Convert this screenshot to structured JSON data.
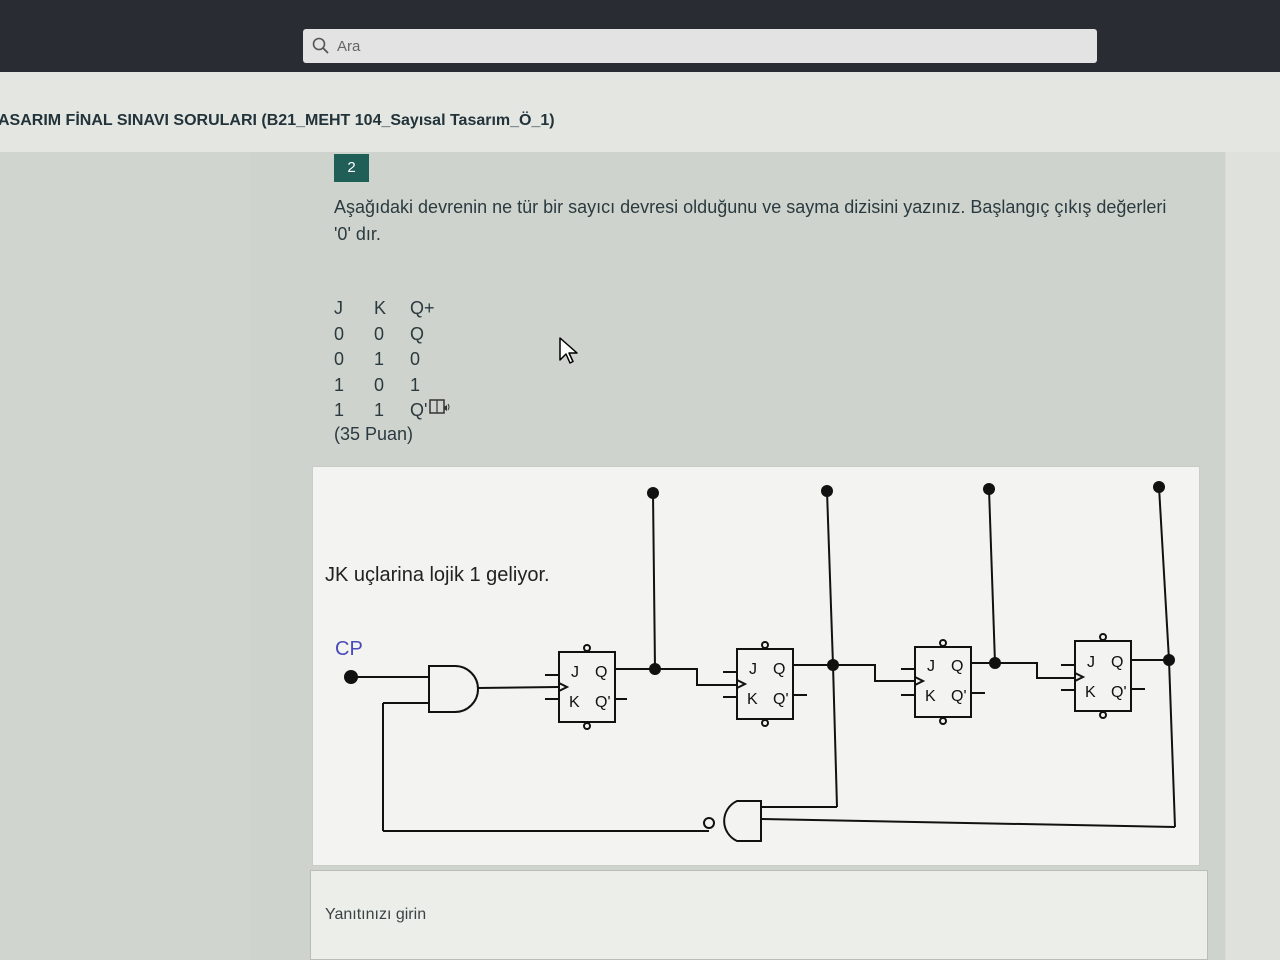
{
  "search": {
    "placeholder": "Ara",
    "icon": "search-icon"
  },
  "exam": {
    "title": "ASARIM FİNAL SINAVI SORULARI (B21_MEHT 104_Sayısal Tasarım_Ö_1)"
  },
  "question": {
    "number": "2",
    "text": "Aşağıdaki devrenin ne tür bir sayıcı devresi olduğunu ve sayma dizisini yazınız. Başlangıç çıkış değerleri '0' dır.",
    "truth_table": {
      "headers": [
        "J",
        "K",
        "Q+"
      ],
      "rows": [
        [
          "0",
          "0",
          "Q"
        ],
        [
          "0",
          "1",
          "0"
        ],
        [
          "1",
          "0",
          "1"
        ],
        [
          "1",
          "1",
          "Q'"
        ]
      ]
    },
    "points": "(35 Puan)"
  },
  "circuit": {
    "note": "JK uçlarina lojik 1 geliyor.",
    "clock_label": "CP",
    "flipflop_labels": {
      "j": "J",
      "k": "K",
      "q": "Q",
      "qn": "Q'"
    }
  },
  "answer": {
    "placeholder": "Yanıtınızı girin"
  },
  "colors": {
    "accent": "#1f5f58",
    "circuit_clock": "#4a4ab8"
  }
}
